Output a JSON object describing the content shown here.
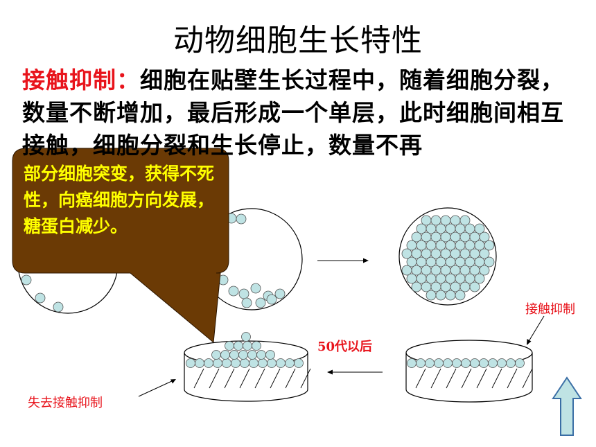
{
  "slide": {
    "title": "动物细胞生长特性",
    "term": "接触抑制：",
    "definition": "细胞在贴壁生长过程中，随着细胞分裂，数量不断增加，最后形成一个单层，此时细胞间相互接触，细胞分裂和生长停止，数量不再",
    "callout": "部分细胞突变，获得不死性，向癌细胞方向发展，糖蛋白减少。",
    "label_contact": "接触抑制",
    "label_generations": "50代以后",
    "label_lost": "失去接触抑制"
  },
  "colors": {
    "cell_fill": "#bfe3e4",
    "callout_fill": "#6b3a05",
    "callout_text": "#ffff00",
    "accent_red": "#e8141c",
    "arrow_fill": "#bfe3e4"
  }
}
